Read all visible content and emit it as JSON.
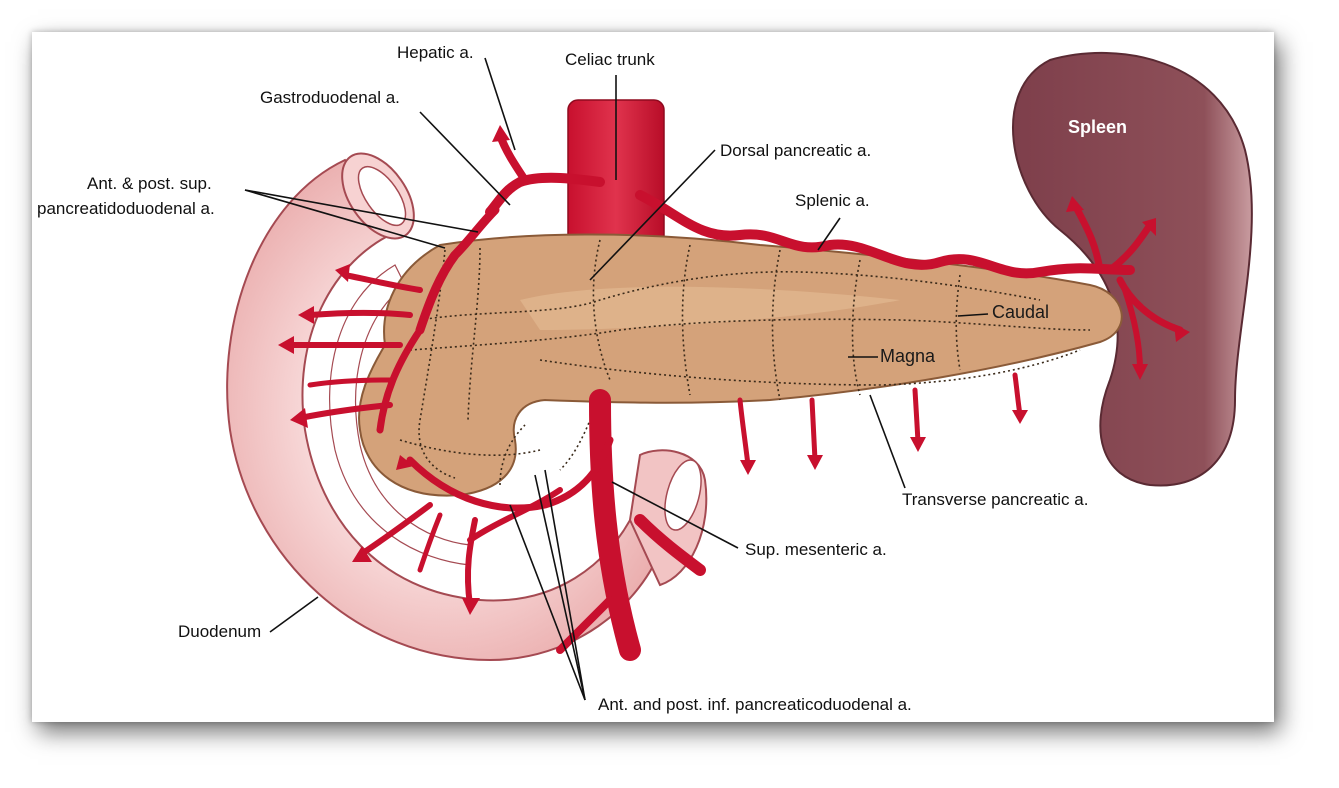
{
  "labels": {
    "hepatic": "Hepatic a.",
    "celiac": "Celiac trunk",
    "gastroduodenal": "Gastroduodenal a.",
    "dorsal_pancreatic": "Dorsal pancreatic a.",
    "ant_post_sup_line1": "Ant. & post. sup.",
    "ant_post_sup_line2": "pancreatidoduodenal a.",
    "splenic": "Splenic a.",
    "spleen": "Spleen",
    "caudal": "Caudal",
    "magna": "Magna",
    "transverse_pancreatic": "Transverse pancreatic a.",
    "sup_mesenteric": "Sup. mesenteric a.",
    "duodenum": "Duodenum",
    "ant_post_inf": "Ant. and post. inf. pancreaticoduodenal a."
  },
  "colors": {
    "artery": "#c8102e",
    "pancreas": "#d4a27a",
    "duodenum": "#f2c4c4",
    "spleen": "#8a4b56"
  }
}
